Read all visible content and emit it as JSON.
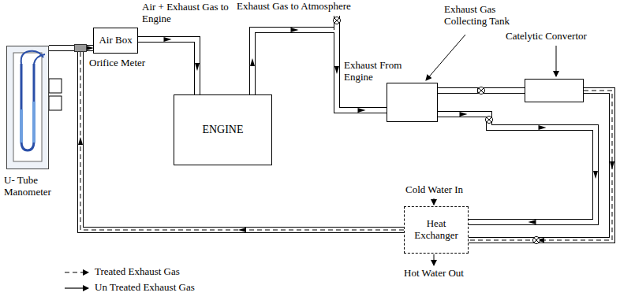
{
  "diagram": {
    "nodes": [
      {
        "text": [
          "U- Tube Manometer"
        ]
      },
      {
        "text": [
          "Orifice Meter"
        ]
      },
      {
        "text": [
          "Air Box"
        ]
      },
      {
        "text": [
          "ENGINE"
        ]
      },
      {
        "text": [
          "Exhaust Gas Collecting Tank"
        ]
      },
      {
        "text": [
          "Catelytic Convertor"
        ]
      },
      {
        "text": [
          "Heat Exchanger"
        ]
      }
    ],
    "edges": [
      {
        "from": 0,
        "to": 1,
        "arrow": "none"
      },
      {
        "from": 6,
        "to": 1,
        "arrow": "to"
      },
      {
        "from": 1,
        "to": 2,
        "arrow": "to"
      },
      {
        "from": 2,
        "to": 3,
        "arrow": "to"
      },
      {
        "from": 3,
        "to": 4,
        "arrow": "to"
      },
      {
        "from": 4,
        "to": 5,
        "arrow": "to"
      },
      {
        "from": 4,
        "to": 6,
        "arrow": "to"
      },
      {
        "from": 5,
        "to": 6,
        "arrow": "to"
      }
    ],
    "labels": [
      "Air + Exhaust Gas to Engine",
      "Exhaust Gas to Atmosphere",
      "Exhaust From Engine",
      "Cold Water In",
      "Hot Water Out"
    ],
    "legend": [
      {
        "text": "Treated Exhaust Gas"
      },
      {
        "text": "Un Treated Exhaust Gas"
      }
    ]
  }
}
